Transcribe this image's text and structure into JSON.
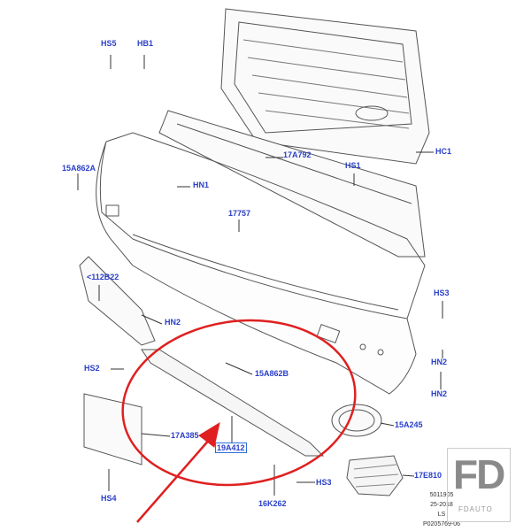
{
  "labels": {
    "hs5": "HS5",
    "hb1": "HB1",
    "a15a862a": "15A862A",
    "hn1": "HN1",
    "a17a792": "17A792",
    "hs1": "HS1",
    "hc1": "HC1",
    "a17757": "17757",
    "a112b22": "<112B22",
    "hn2_a": "HN2",
    "hs2": "HS2",
    "a15a862b": "15A862B",
    "hs3_a": "HS3",
    "hn2_b": "HN2",
    "hn2_c": "HN2",
    "a15a245": "15A245",
    "a17a385": "17A385",
    "a19a412": "19A412",
    "a17e810": "17E810",
    "hs3_b": "HS3",
    "hs4": "HS4",
    "a16k262": "16K262"
  },
  "footer": [
    "5011905",
    "25-2018",
    "LS",
    "P0205769-06"
  ],
  "logo": {
    "big": "FD",
    "small": "FDAUTO"
  },
  "colors": {
    "label": "#2a3fc9",
    "highlight": "#e02020"
  }
}
